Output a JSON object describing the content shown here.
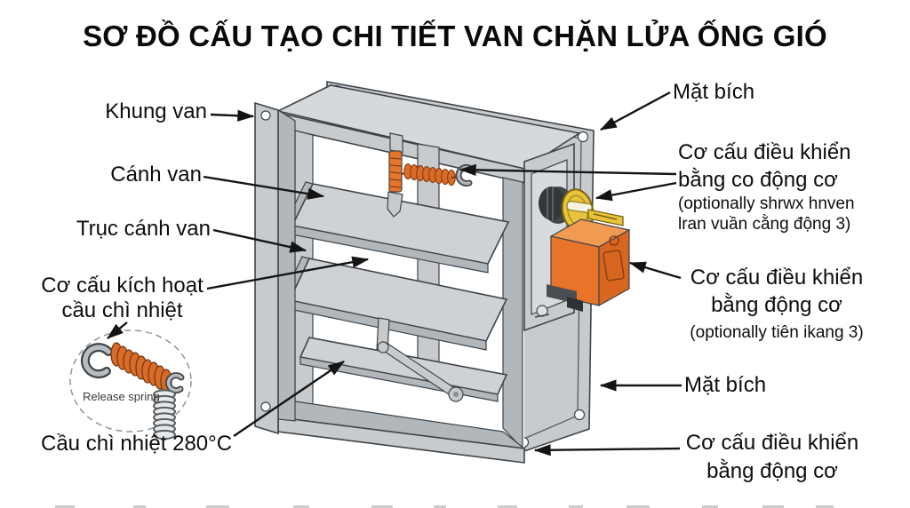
{
  "title": "SƠ ĐỒ CẤU TẠO CHI TIẾT VAN CHẶN LỬA ỐNG GIÓ",
  "labels": {
    "khung_van": "Khung van",
    "canh_van": "Cánh van",
    "truc_canh_van": "Trục cánh van",
    "kich_hoat_l1": "Cơ cấu kích hoạt",
    "kich_hoat_l2": "cầu chì nhiệt",
    "cau_chi_nhiet": "Cầu chì nhiệt 280°C",
    "release_spring": "Release spring",
    "mat_bich_top": "Mặt bích",
    "co_dongco_l1": "Cơ cấu điều khiển",
    "co_dongco_l2": "bằng co động cơ",
    "co_dongco_n1": "(optionally shrwx hnven",
    "co_dongco_n2": "lran vuần cằng động 3)",
    "dongco_l1": "Cơ cấu điều khiển",
    "dongco_l2": "bằng động cơ",
    "dongco_note": "(optionally tiên ikang 3)",
    "mat_bich_bot": "Mặt bích",
    "dongco_bot_l1": "Cơ cấu điều khiển",
    "dongco_bot_l2": "bằng động cơ"
  },
  "colors": {
    "line_black": "#141414",
    "frame_gray": "#c7cbce",
    "frame_dark": "#b2b7bb",
    "actuator_orange": "#e8742a",
    "actuator_orange_light": "#f09a52",
    "actuator_orange_dark": "#d96620",
    "knob_yellow": "#eac33d",
    "spring_orange": "#d96b28"
  }
}
